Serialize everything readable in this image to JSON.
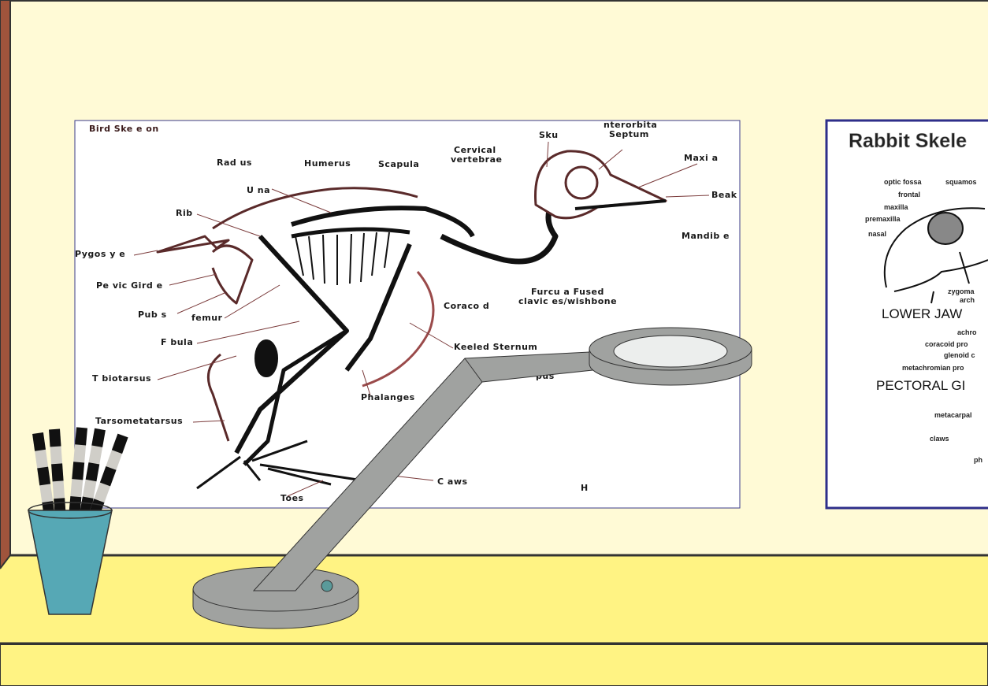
{
  "bird_poster": {
    "title": "Bird Ske e on",
    "labels": {
      "radius": "Rad us",
      "humerus": "Humerus",
      "scapula": "Scapula",
      "cervical_1": "Cervical",
      "cervical_2": "vertebrae",
      "skull": "Sku",
      "septum_1": "nterorbita",
      "septum_2": "Septum",
      "maxilla": "Maxi  a",
      "beak": "Beak",
      "mandible": "Mandib e",
      "ulna": "U na",
      "rib": "Rib",
      "pygostyle": "Pygos y e",
      "pelvic": "Pe vic Gird e",
      "pubis": "Pub s",
      "femur": "femur",
      "fibula": "F bula",
      "tibiotarsus": "T biotarsus",
      "tarsometatarsus": "Tarsometatarsus",
      "coracoid": "Coraco d",
      "furcula_1": "Furcu a  Fused",
      "furcula_2": "clavic es/wishbone",
      "keeled_sternum": "Keeled Sternum",
      "carpus_partial": "pus",
      "phalanges": "Phalanges",
      "claws": "C aws",
      "toes": "Toes",
      "h": "H"
    }
  },
  "rabbit_poster": {
    "title": "Rabbit Skele",
    "labels": {
      "optic": "optic fossa",
      "squamosal": "squamos",
      "frontal": "frontal",
      "maxilla": "maxilla",
      "premaxilla": "premaxilla",
      "nasal": "nasal",
      "zygomatic_1": "zygoma",
      "zygomatic_2": "arch",
      "lower_jaw": "LOWER JAW",
      "acromion": "achro",
      "coracoid": "coracoid pro",
      "glenoid": "glenoid c",
      "metachromian": "metachromian pro",
      "pectoral": "PECTORAL GI",
      "metacarpal": "metacarpal",
      "claws": "claws",
      "phalanges": "ph"
    }
  },
  "colors": {
    "wall": "#fffad6",
    "desk": "#fff383",
    "wall_edge": "#a0543c",
    "cup": "#56a8b5",
    "magnifier": "#a0a2a0",
    "lens": "#eceeed",
    "poster_border": "#2e2e8a"
  }
}
